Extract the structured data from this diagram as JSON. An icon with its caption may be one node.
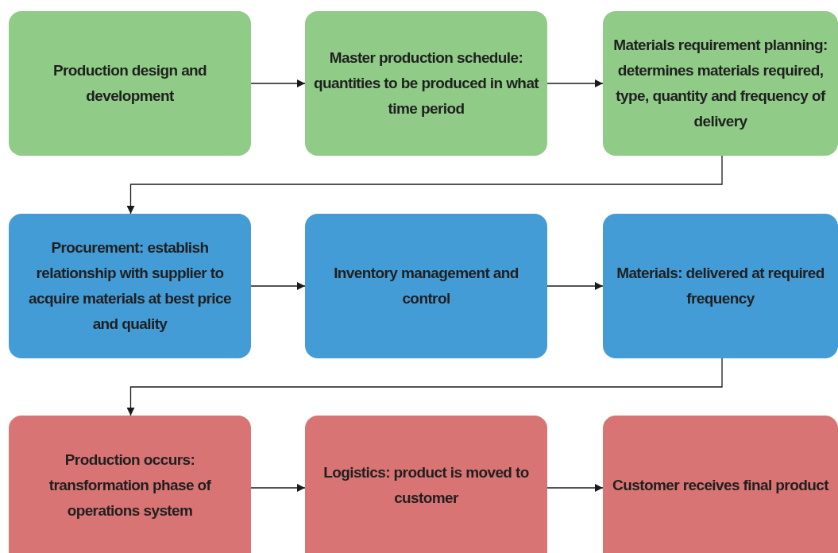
{
  "diagram": {
    "nodes": [
      {
        "text": [
          "Production design and development"
        ]
      },
      {
        "text": [
          "Master production schedule: quantities to be produced in what time period"
        ]
      },
      {
        "text": [
          "Materials requirement planning: determines materials required, type, quantity and frequency of delivery"
        ]
      },
      {
        "text": [
          "Procurement: establish relationship with supplier to acquire materials at best price and quality"
        ]
      },
      {
        "text": [
          "Inventory management and control"
        ]
      },
      {
        "text": [
          "Materials: delivered at required frequency"
        ]
      },
      {
        "text": [
          "Production occurs: transformation phase of operations system"
        ]
      },
      {
        "text": [
          "Logistics: product is moved to customer"
        ]
      },
      {
        "text": [
          "Customer receives final product"
        ]
      }
    ],
    "edges": [
      {
        "from": 0,
        "to": 1,
        "arrow": "to"
      },
      {
        "from": 1,
        "to": 2,
        "arrow": "to"
      },
      {
        "from": 2,
        "to": 3,
        "arrow": "to"
      },
      {
        "from": 3,
        "to": 4,
        "arrow": "to"
      },
      {
        "from": 4,
        "to": 5,
        "arrow": "to"
      },
      {
        "from": 5,
        "to": 6,
        "arrow": "to"
      },
      {
        "from": 6,
        "to": 7,
        "arrow": "to"
      },
      {
        "from": 7,
        "to": 8,
        "arrow": "to"
      }
    ]
  }
}
